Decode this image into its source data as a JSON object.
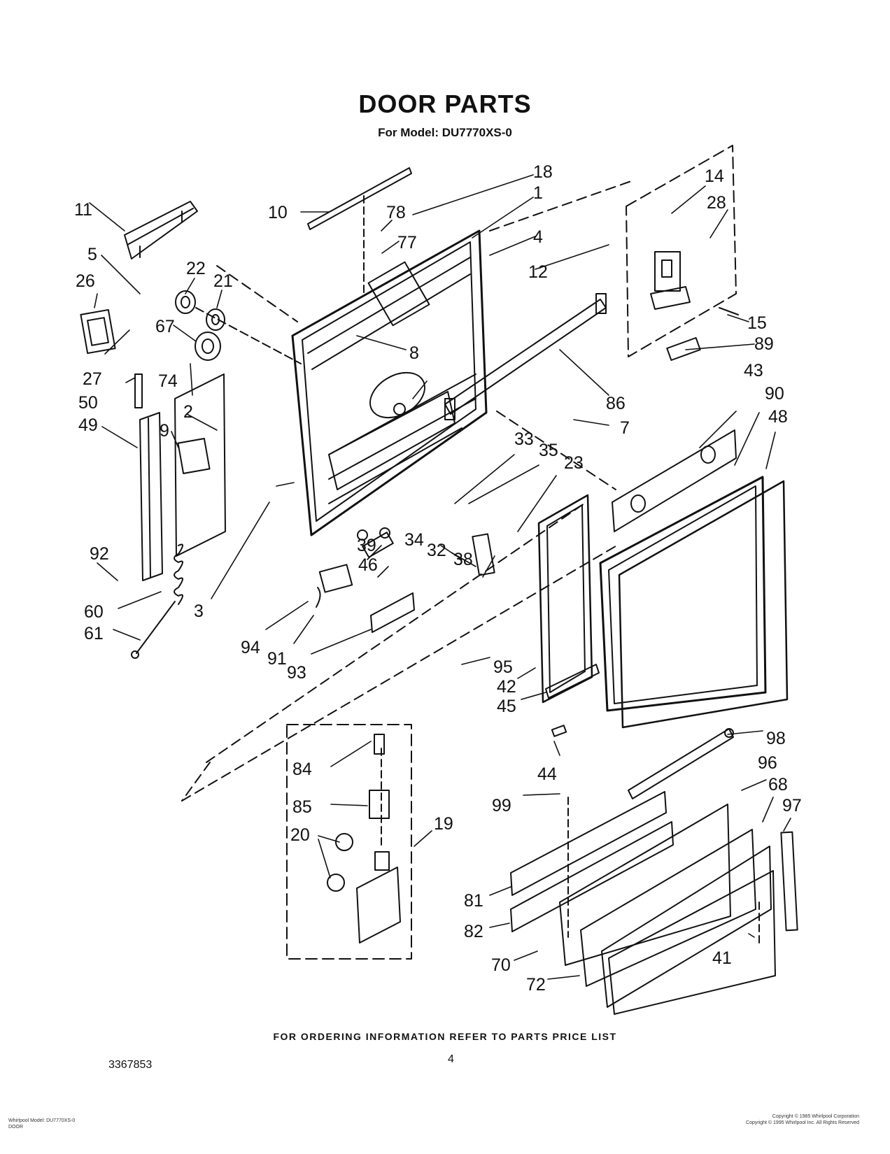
{
  "header": {
    "title": "DOOR PARTS",
    "model_line": "For Model: DU7770XS-0"
  },
  "callouts": [
    "1",
    "2",
    "3",
    "4",
    "5",
    "7",
    "8",
    "9",
    "10",
    "11",
    "12",
    "14",
    "15",
    "18",
    "19",
    "20",
    "21",
    "22",
    "23",
    "26",
    "27",
    "28",
    "32",
    "33",
    "34",
    "35",
    "38",
    "39",
    "41",
    "42",
    "43",
    "44",
    "45",
    "46",
    "48",
    "49",
    "50",
    "60",
    "61",
    "67",
    "68",
    "70",
    "72",
    "74",
    "77",
    "78",
    "81",
    "82",
    "84",
    "85",
    "86",
    "89",
    "90",
    "91",
    "92",
    "93",
    "94",
    "95",
    "96",
    "97",
    "98",
    "99"
  ],
  "footer": {
    "ordering_note": "FOR ORDERING INFORMATION REFER TO PARTS PRICE LIST",
    "document_number": "3367853",
    "page_number": "4",
    "small_left": [
      "Whirlpool Model: DU7770XS-0",
      "DOOR"
    ],
    "small_right": [
      "Copyright © 1985 Whirlpool Corporation",
      "Copyright © 1995 Whirlpool Inc. All Rights Reserved"
    ]
  },
  "colors": {
    "ink": "#111111",
    "paper": "#ffffff"
  }
}
